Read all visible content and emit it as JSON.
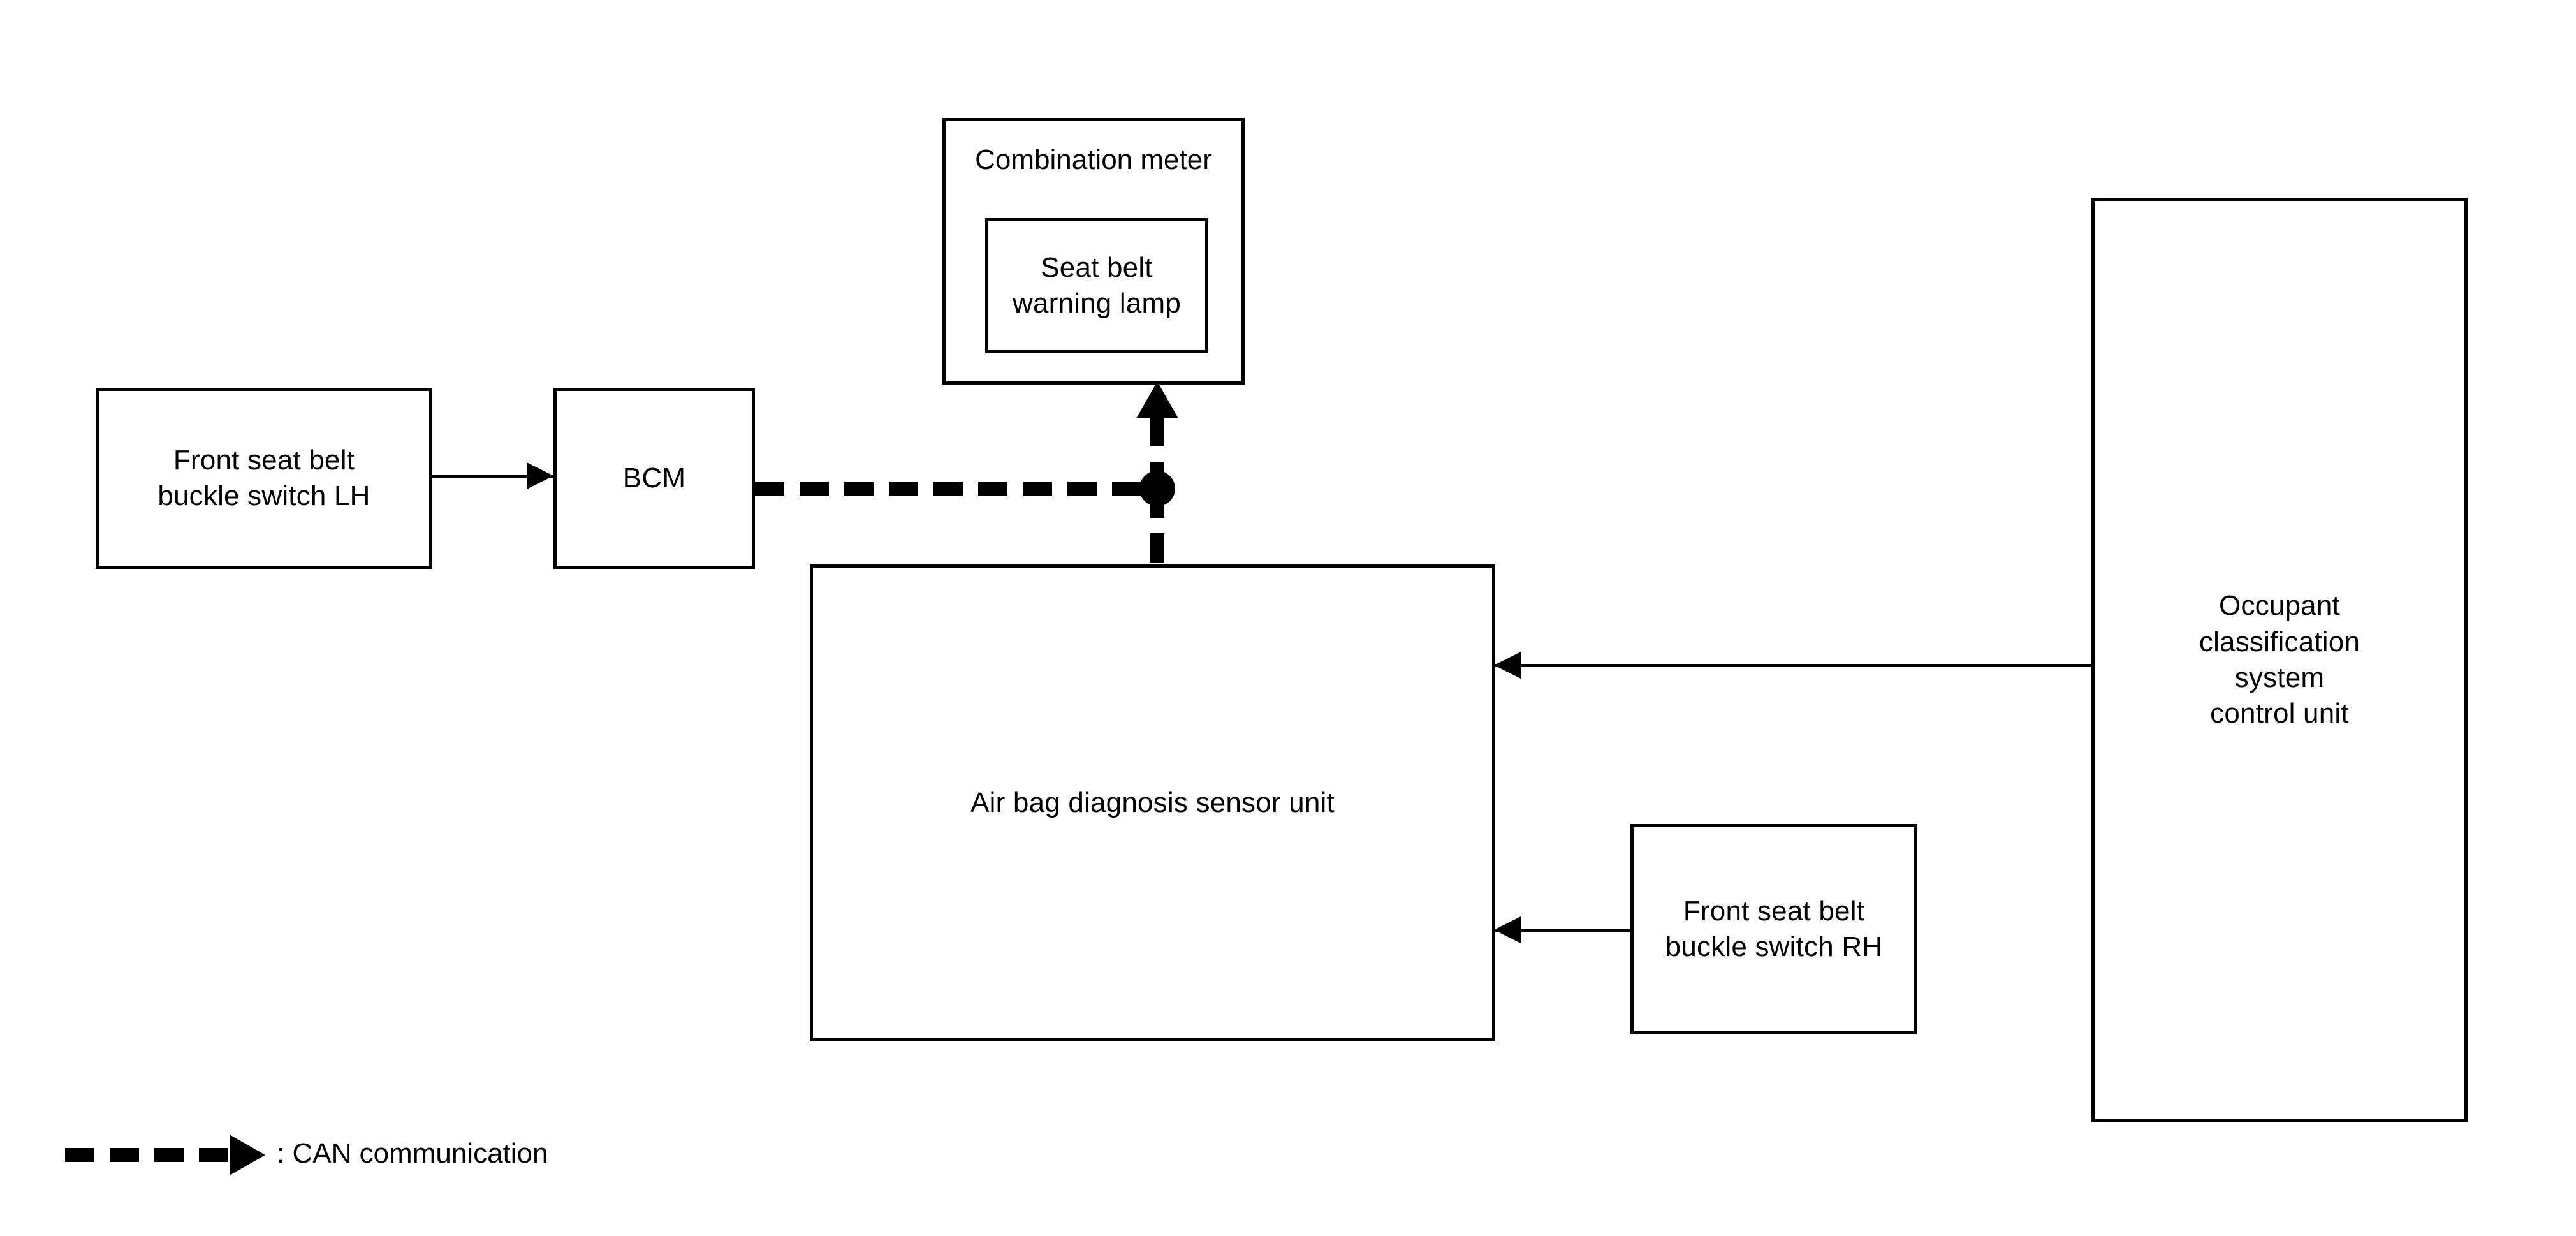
{
  "diagram": {
    "title": "Seat belt warning system wiring / signal block diagram",
    "background_color": "#ffffff",
    "line_color": "#000000",
    "nodes": {
      "front_seat_belt_buckle_switch_lh": "Front seat belt\nbuckle switch LH",
      "bcm": "BCM",
      "combination_meter": "Combination meter",
      "seat_belt_warning_lamp": "Seat belt\nwarning lamp",
      "air_bag_diagnosis_sensor_unit": "Air bag diagnosis sensor unit",
      "front_seat_belt_buckle_switch_rh": "Front seat belt\nbuckle switch RH",
      "occupant_classification_system_control_unit": "Occupant\nclassification\nsystem\ncontrol unit"
    },
    "legend": {
      "symbol": "can-dashed-arrow-icon",
      "text": ": CAN communication"
    },
    "connections": [
      {
        "from": "front_seat_belt_buckle_switch_lh",
        "to": "bcm",
        "style": "solid-arrow",
        "direction": "right"
      },
      {
        "from": "bcm",
        "to": "can-junction",
        "style": "can-dashed",
        "direction": "right"
      },
      {
        "from": "can-junction",
        "to": "combination_meter",
        "style": "can-dashed-arrow",
        "direction": "up"
      },
      {
        "from": "air_bag_diagnosis_sensor_unit",
        "to": "can-junction",
        "style": "can-dashed",
        "direction": "up"
      },
      {
        "from": "occupant_classification_system_control_unit",
        "to": "air_bag_diagnosis_sensor_unit",
        "style": "solid-arrow",
        "direction": "left"
      },
      {
        "from": "front_seat_belt_buckle_switch_rh",
        "to": "air_bag_diagnosis_sensor_unit",
        "style": "solid-arrow",
        "direction": "left"
      }
    ]
  }
}
